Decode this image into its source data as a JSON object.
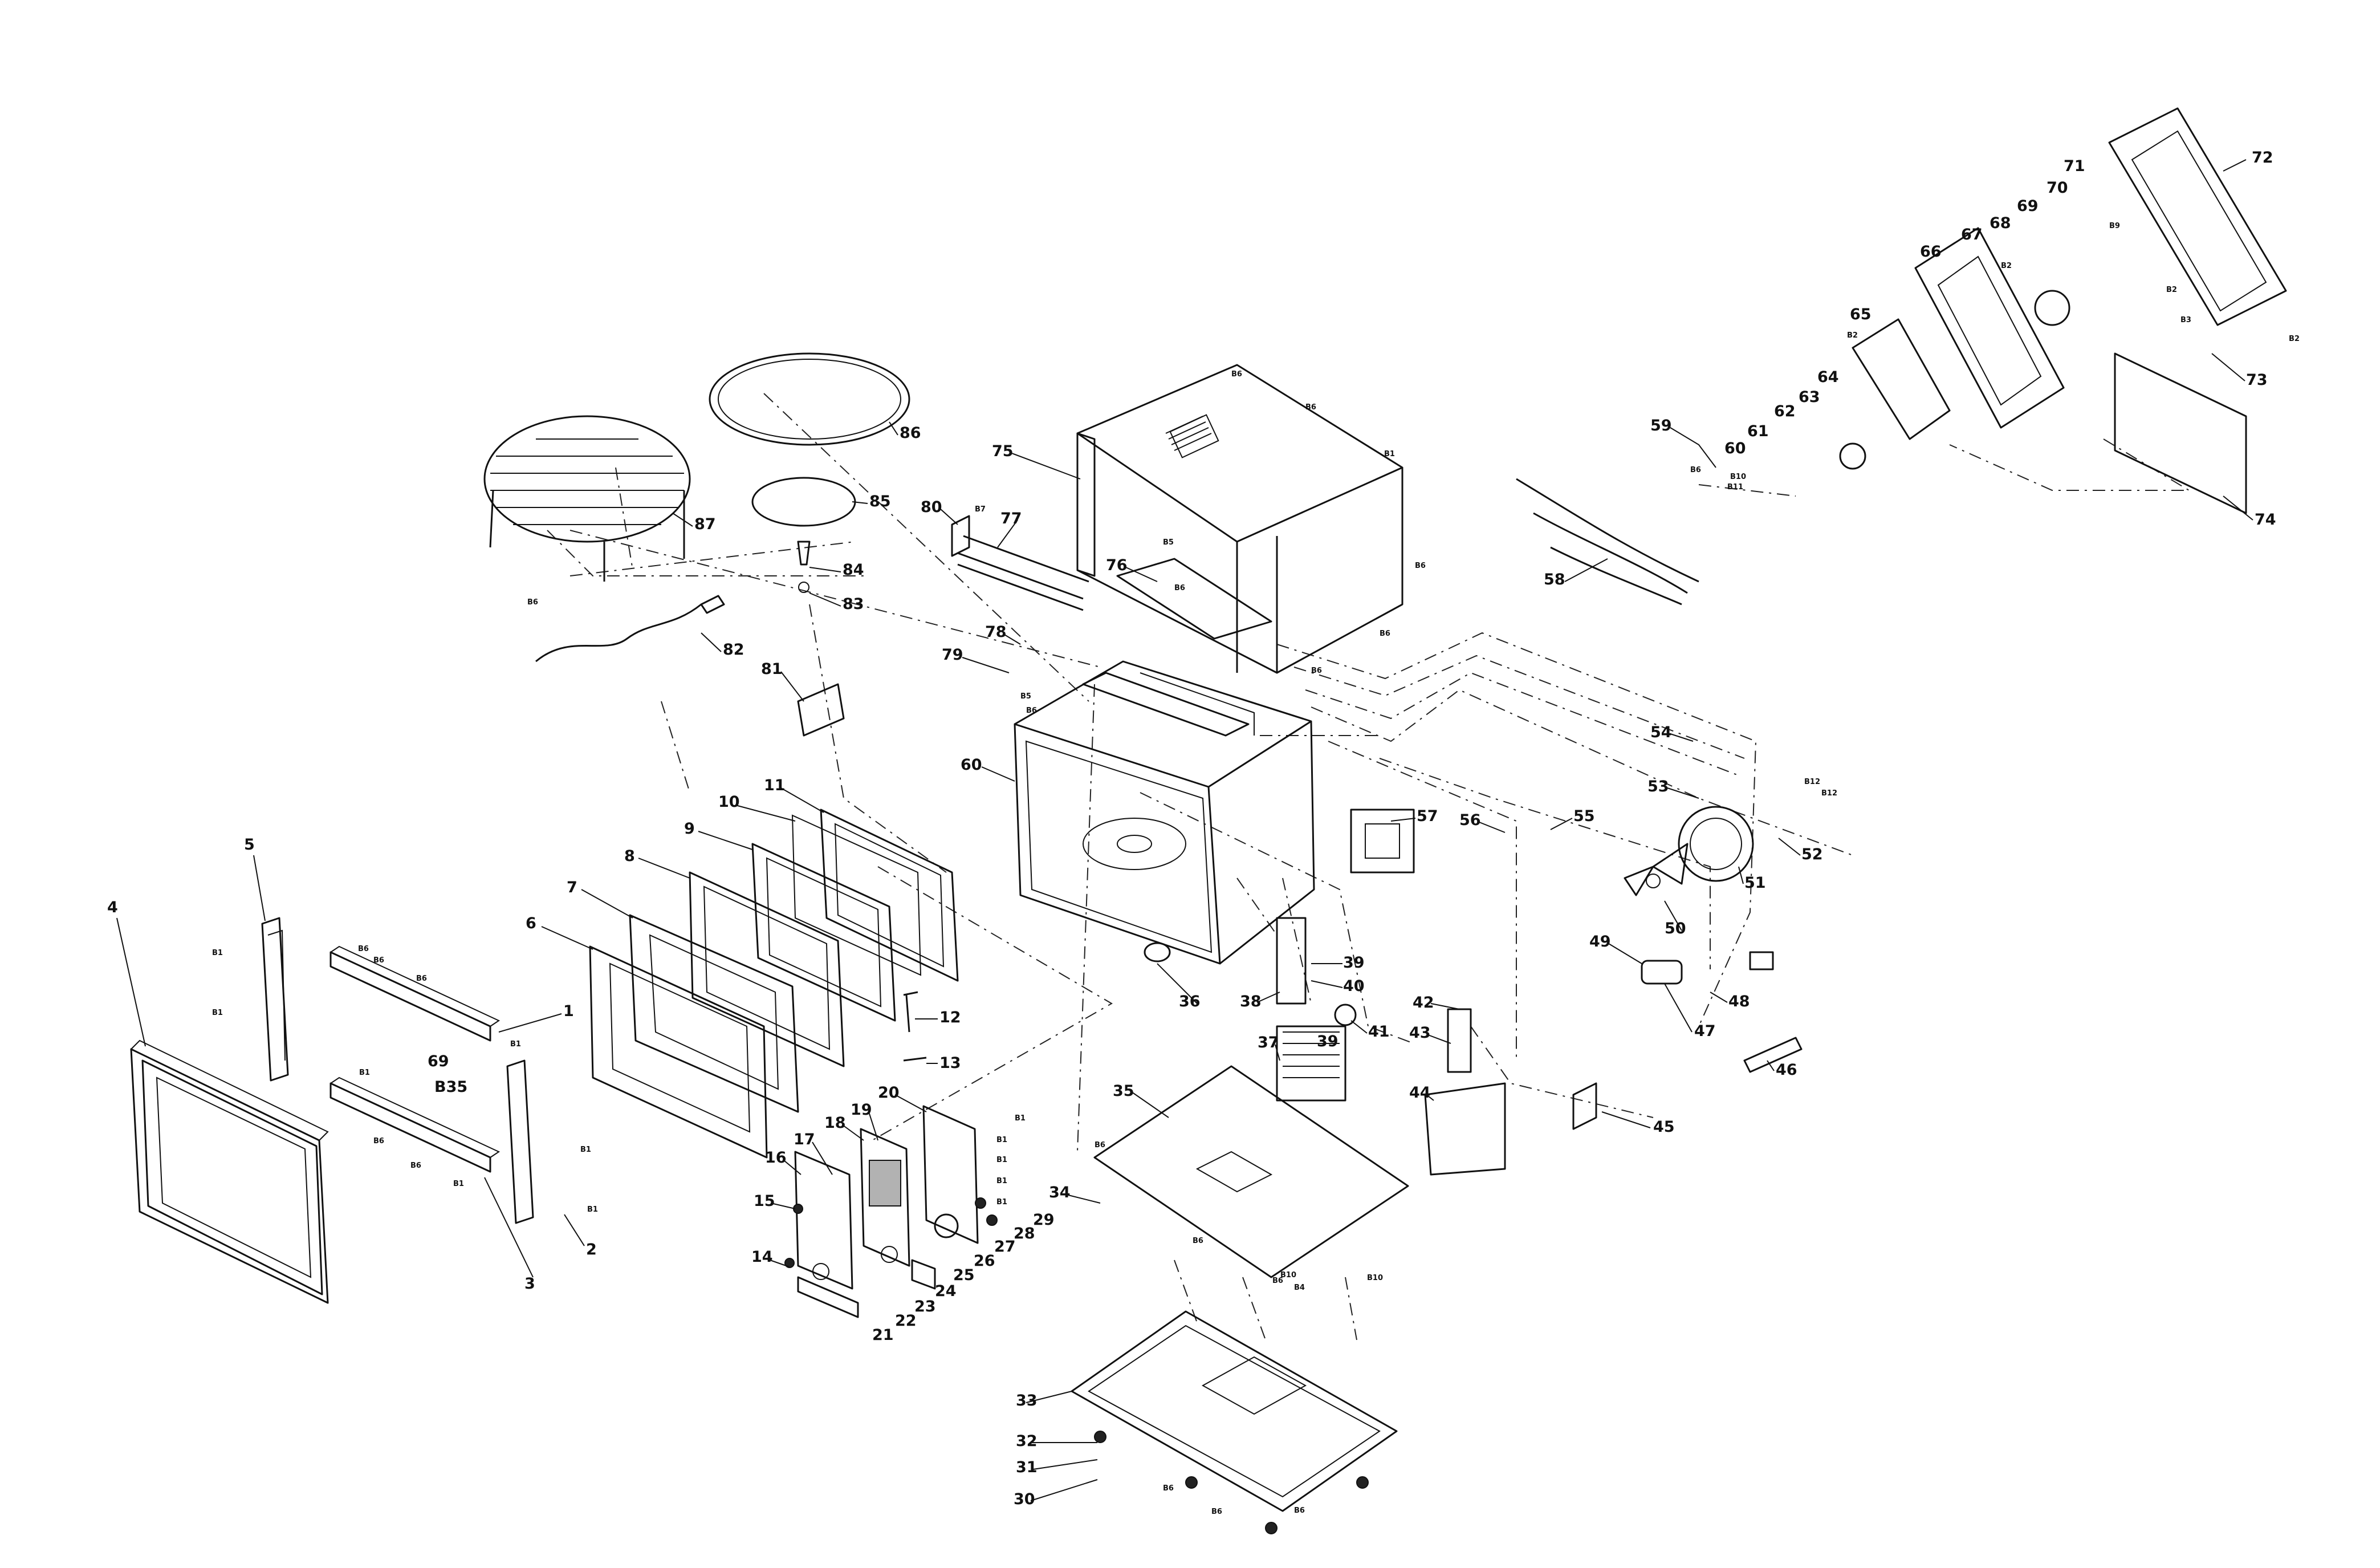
{
  "parts": [
    {
      "id": "p1",
      "text": "1"
    },
    {
      "id": "p2",
      "text": "2"
    },
    {
      "id": "p3",
      "text": "3"
    },
    {
      "id": "p4",
      "text": "4"
    },
    {
      "id": "p5",
      "text": "5"
    },
    {
      "id": "p6",
      "text": "6"
    },
    {
      "id": "p7",
      "text": "7"
    },
    {
      "id": "p8",
      "text": "8"
    },
    {
      "id": "p9",
      "text": "9"
    },
    {
      "id": "p10",
      "text": "10"
    },
    {
      "id": "p11",
      "text": "11"
    },
    {
      "id": "p12",
      "text": "12"
    },
    {
      "id": "p13",
      "text": "13"
    },
    {
      "id": "p14",
      "text": "14"
    },
    {
      "id": "p15",
      "text": "15"
    },
    {
      "id": "p16",
      "text": "16"
    },
    {
      "id": "p17",
      "text": "17"
    },
    {
      "id": "p18",
      "text": "18"
    },
    {
      "id": "p19",
      "text": "19"
    },
    {
      "id": "p20",
      "text": "20"
    },
    {
      "id": "p21",
      "text": "21"
    },
    {
      "id": "p22",
      "text": "22"
    },
    {
      "id": "p23",
      "text": "23"
    },
    {
      "id": "p24",
      "text": "24"
    },
    {
      "id": "p25",
      "text": "25"
    },
    {
      "id": "p26",
      "text": "26"
    },
    {
      "id": "p27",
      "text": "27"
    },
    {
      "id": "p28",
      "text": "28"
    },
    {
      "id": "p29",
      "text": "29"
    },
    {
      "id": "p30",
      "text": "30"
    },
    {
      "id": "p31",
      "text": "31"
    },
    {
      "id": "p32",
      "text": "32"
    },
    {
      "id": "p33",
      "text": "33"
    },
    {
      "id": "p34",
      "text": "34"
    },
    {
      "id": "p35",
      "text": "35"
    },
    {
      "id": "p36",
      "text": "36"
    },
    {
      "id": "p37",
      "text": "37"
    },
    {
      "id": "p38",
      "text": "38"
    },
    {
      "id": "p39a",
      "text": "39"
    },
    {
      "id": "p39b",
      "text": "39"
    },
    {
      "id": "p40",
      "text": "40"
    },
    {
      "id": "p41",
      "text": "41"
    },
    {
      "id": "p42",
      "text": "42"
    },
    {
      "id": "p43",
      "text": "43"
    },
    {
      "id": "p44",
      "text": "44"
    },
    {
      "id": "p45",
      "text": "45"
    },
    {
      "id": "p46",
      "text": "46"
    },
    {
      "id": "p47",
      "text": "47"
    },
    {
      "id": "p48",
      "text": "48"
    },
    {
      "id": "p49",
      "text": "49"
    },
    {
      "id": "p50",
      "text": "50"
    },
    {
      "id": "p51",
      "text": "51"
    },
    {
      "id": "p52",
      "text": "52"
    },
    {
      "id": "p53",
      "text": "53"
    },
    {
      "id": "p54",
      "text": "54"
    },
    {
      "id": "p55",
      "text": "55"
    },
    {
      "id": "p56",
      "text": "56"
    },
    {
      "id": "p57",
      "text": "57"
    },
    {
      "id": "p58",
      "text": "58"
    },
    {
      "id": "p59",
      "text": "59"
    },
    {
      "id": "p60a",
      "text": "60"
    },
    {
      "id": "p60b",
      "text": "60"
    },
    {
      "id": "p61",
      "text": "61"
    },
    {
      "id": "p62",
      "text": "62"
    },
    {
      "id": "p63",
      "text": "63"
    },
    {
      "id": "p64",
      "text": "64"
    },
    {
      "id": "p65",
      "text": "65"
    },
    {
      "id": "p66",
      "text": "66"
    },
    {
      "id": "p67",
      "text": "67"
    },
    {
      "id": "p68",
      "text": "68"
    },
    {
      "id": "p69a",
      "text": "69"
    },
    {
      "id": "p69b",
      "text": "69"
    },
    {
      "id": "p70",
      "text": "70"
    },
    {
      "id": "p71",
      "text": "71"
    },
    {
      "id": "p72",
      "text": "72"
    },
    {
      "id": "p73",
      "text": "73"
    },
    {
      "id": "p74",
      "text": "74"
    },
    {
      "id": "p75",
      "text": "75"
    },
    {
      "id": "p76",
      "text": "76"
    },
    {
      "id": "p77",
      "text": "77"
    },
    {
      "id": "p78",
      "text": "78"
    },
    {
      "id": "p79",
      "text": "79"
    },
    {
      "id": "p80",
      "text": "80"
    },
    {
      "id": "p81",
      "text": "81"
    },
    {
      "id": "p82",
      "text": "82"
    },
    {
      "id": "p83",
      "text": "83"
    },
    {
      "id": "p84",
      "text": "84"
    },
    {
      "id": "p85",
      "text": "85"
    },
    {
      "id": "p86",
      "text": "86"
    },
    {
      "id": "p87",
      "text": "87"
    },
    {
      "id": "pB35",
      "text": "B35"
    },
    {
      "id": "pB10",
      "text": "B10"
    },
    {
      "id": "pB11",
      "text": "B11"
    },
    {
      "id": "pB12a",
      "text": "B12"
    },
    {
      "id": "pB12b",
      "text": "B12"
    }
  ],
  "screws": [
    {
      "id": "s1",
      "text": "B1"
    },
    {
      "id": "s2",
      "text": "B1"
    },
    {
      "id": "s3",
      "text": "B6"
    },
    {
      "id": "s4",
      "text": "B6"
    },
    {
      "id": "s5",
      "text": "B6"
    },
    {
      "id": "s6",
      "text": "B1"
    },
    {
      "id": "s7",
      "text": "B6"
    },
    {
      "id": "s8",
      "text": "B6"
    },
    {
      "id": "s9",
      "text": "B1"
    },
    {
      "id": "s10",
      "text": "B1"
    },
    {
      "id": "s11",
      "text": "B1"
    },
    {
      "id": "s12",
      "text": "B1"
    },
    {
      "id": "s13",
      "text": "B6"
    },
    {
      "id": "s14",
      "text": "B6"
    },
    {
      "id": "s15",
      "text": "B6"
    },
    {
      "id": "s16",
      "text": "B1"
    },
    {
      "id": "s17",
      "text": "B6"
    },
    {
      "id": "s18",
      "text": "B6"
    },
    {
      "id": "s19",
      "text": "B6"
    },
    {
      "id": "s20",
      "text": "B5"
    },
    {
      "id": "s21",
      "text": "B6"
    },
    {
      "id": "s22",
      "text": "B7"
    },
    {
      "id": "s23",
      "text": "B5"
    },
    {
      "id": "s24",
      "text": "B6"
    },
    {
      "id": "s25",
      "text": "B2"
    },
    {
      "id": "s26",
      "text": "B6"
    },
    {
      "id": "s27",
      "text": "B2"
    },
    {
      "id": "s28",
      "text": "B2"
    },
    {
      "id": "s29",
      "text": "B2"
    },
    {
      "id": "s30",
      "text": "B3"
    },
    {
      "id": "s31",
      "text": "B9"
    },
    {
      "id": "s32",
      "text": "B1"
    },
    {
      "id": "s33",
      "text": "B1"
    },
    {
      "id": "s34",
      "text": "B1"
    },
    {
      "id": "s35",
      "text": "B1"
    },
    {
      "id": "s36",
      "text": "B1"
    },
    {
      "id": "s37",
      "text": "B6"
    },
    {
      "id": "s38",
      "text": "B6"
    },
    {
      "id": "s39",
      "text": "B6"
    },
    {
      "id": "s40",
      "text": "B6"
    },
    {
      "id": "s41",
      "text": "B6"
    },
    {
      "id": "s42",
      "text": "B6"
    },
    {
      "id": "s43",
      "text": "B10"
    },
    {
      "id": "s44",
      "text": "B4"
    },
    {
      "id": "s45",
      "text": "B10"
    }
  ]
}
